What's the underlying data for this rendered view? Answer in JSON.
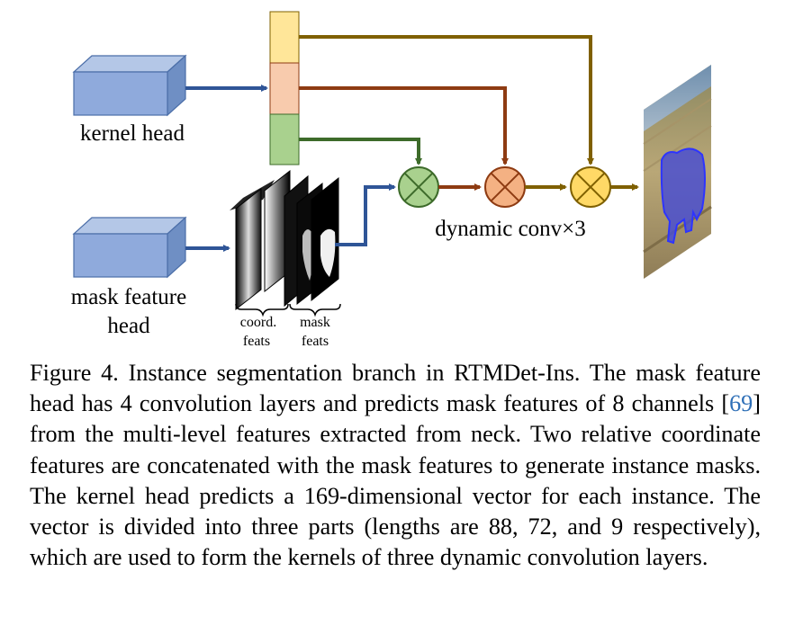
{
  "figure": {
    "kernel_head_label": "kernel head",
    "mask_head_label_line1": "mask feature",
    "mask_head_label_line2": "head",
    "coord_label_line1": "coord.",
    "coord_label_line2": "feats",
    "mask_feats_label_line1": "mask",
    "mask_feats_label_line2": "feats",
    "dynamic_conv_label": "dynamic conv×3",
    "kernel_parts": [
      "yellow",
      "orange",
      "green"
    ],
    "colors": {
      "box_fill": "#8faadc",
      "box_stroke": "#4b6ea8",
      "arrow_blue": "#2f5597",
      "arrow_green": "#3d6b2a",
      "arrow_orange": "#8e3b12",
      "arrow_gold": "#7f6000",
      "part_yellow": "#ffe699",
      "part_orange": "#f8cbad",
      "part_green": "#a9d18e",
      "op_green": "#a9d18e",
      "op_orange": "#f4b183",
      "op_yellow": "#ffd966"
    }
  },
  "caption": {
    "prefix": "Figure 4. Instance segmentation branch in RTMDet-Ins. The mask feature head has 4 convolution layers and predicts mask features of 8 channels [",
    "ref": "69",
    "suffix": "] from the multi-level features extracted from neck. Two relative coordinate features are concatenated with the mask features to generate instance masks.  The kernel head predicts a 169-dimensional vector for each instance.  The vector is divided into three parts (lengths are 88, 72, and 9 respectively), which are used to form the kernels of three dynamic convolution layers."
  }
}
